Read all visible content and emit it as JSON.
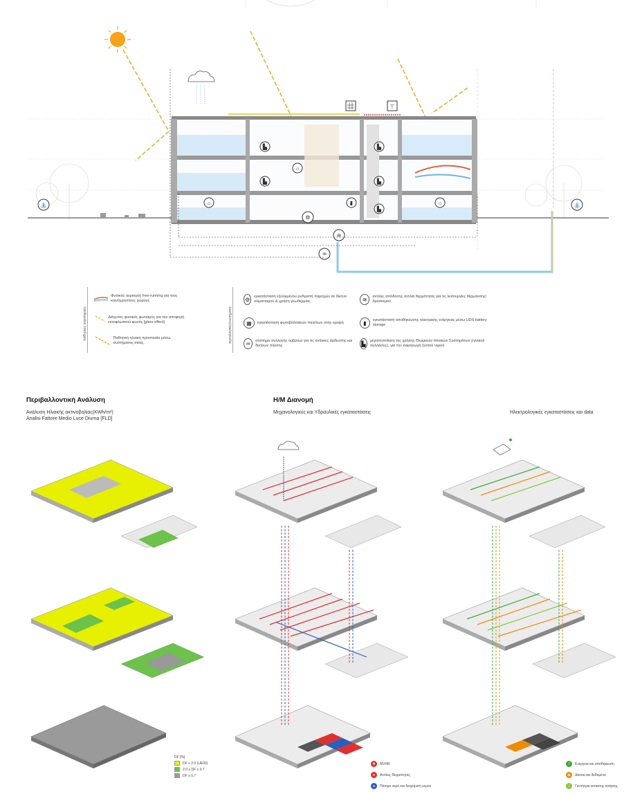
{
  "section_legend": {
    "left_group_label": "παθητικές στρατηγικές",
    "right_group_label": "τεχνολογικές/συστήματα",
    "passive_items": [
      {
        "text": "Φυσικός αερισμός free-running για τους κοινόχρηστους χώρους",
        "icon": "air-flow-icon"
      },
      {
        "text": "Διάχυτος φυσικός φωτισμός για την αποφυγή εκτυφλωτικού φωτός [glare effect]",
        "icon": "diffuse-light-icon"
      },
      {
        "text": "Παθητική ηλιακή προστασία μέσω συστήματος σκίας.",
        "icon": "sun-ray-icon"
      }
    ],
    "tech_items_col1": [
      {
        "text": "εγκατάσταση εξελιγμένου ρυθμιστή παροχών σε δίκτυο κλιματισμού & χρήση γεωθερμίας",
        "icon": "regulator-icon"
      },
      {
        "text": "εγκατάσταση φωτοβολταϊκών πανέλων στην οροφή",
        "icon": "solar-panel-icon"
      },
      {
        "text": "σύστημα συλλογής ομβρίων για τις ανάγκες άρδευσης και δικτύων πλύσης",
        "icon": "rainwater-icon"
      }
    ],
    "tech_items_col2": [
      {
        "text": "αντλίες απόδοσης αντλία θερμότητας για τις λειτουργίες θέρμανσης/ δροσισμού",
        "icon": "heat-pump-icon"
      },
      {
        "text": "εγκατάσταση αποθήκευσης ηλεκτρικής ενέργειας μέσω UDS battery storage",
        "icon": "battery-icon"
      },
      {
        "text": "μεγιστοποίηση της χρήσης Θερμικών Ηλιακών Συστημάτων (ηλιακοί συλλέκτες), για την παραγωγή ζεστού νερού",
        "icon": "solar-thermal-icon"
      }
    ]
  },
  "env_section": {
    "title": "Περιβαλλοντική Ανάλυση",
    "subtitle_1": "Ανάλυση Ηλιακής ακτινοβολίας(KWh/m²)",
    "subtitle_2": "Analisi Fattore Medio Luce Diurna [FLD]",
    "legend_title": "DF [%]",
    "legend_items": [
      {
        "label": "DF ≥ 2.0 (UE00)",
        "color": "#e6f000"
      },
      {
        "label": "2.0 ≥ DF ≥ 0.7",
        "color": "#6cc24a"
      },
      {
        "label": "DF ≤ 0.7",
        "color": "#9a9a9a"
      }
    ]
  },
  "hm_section": {
    "title": "Η/Μ Διανομή",
    "subtitle_mech": "Μηχανολογικές και Υδραυλικές εγκαταστάσεις",
    "subtitle_elec": "Ηλεκτρολογικές εγκαταστάσεις και data",
    "mech_legend": [
      {
        "label": "MVHR",
        "color": "#e03030",
        "icon": "mvhr-icon"
      },
      {
        "label": "Αντλίες Θερμότητας",
        "color": "#e03030",
        "icon": "heat-pump-icon"
      },
      {
        "label": "Πόσιμο νερό και διαχείριση νερού",
        "color": "#2a5fc0",
        "icon": "water-drop-icon"
      }
    ],
    "elec_legend": [
      {
        "label": "Ενέργεια και αποθήκευση",
        "color": "#3aaa35",
        "icon": "energy-icon"
      },
      {
        "label": "Δίκτυα και δεδομένα",
        "color": "#f08a00",
        "icon": "network-icon"
      },
      {
        "label": "Γεννήτρια έκτακτης ανάγκης",
        "color": "#8cc63f",
        "icon": "generator-icon"
      }
    ]
  }
}
